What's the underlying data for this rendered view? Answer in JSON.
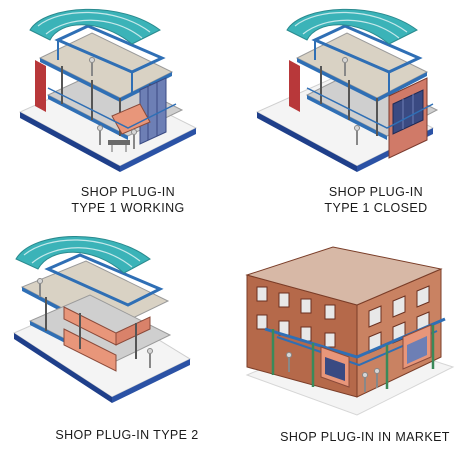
{
  "panels": [
    {
      "id": "p1",
      "caption_lines": [
        "SHOP PLUG-IN",
        "TYPE 1 WORKING"
      ]
    },
    {
      "id": "p2",
      "caption_lines": [
        "SHOP PLUG-IN",
        "TYPE 1 CLOSED"
      ]
    },
    {
      "id": "p3",
      "caption_lines": [
        "SHOP PLUG-IN TYPE 2"
      ]
    },
    {
      "id": "p4",
      "caption_lines": [
        "SHOP PLUG-IN IN MARKET"
      ]
    }
  ],
  "colors": {
    "canopy_teal": "#3bb3b8",
    "beam_blue": "#2f6fb5",
    "column_red": "#b8383a",
    "panel_salmon": "#e8967a",
    "slab_gray": "#cfcfcf",
    "base_navy": "#1f3f8a",
    "brick": "#b5694a"
  }
}
